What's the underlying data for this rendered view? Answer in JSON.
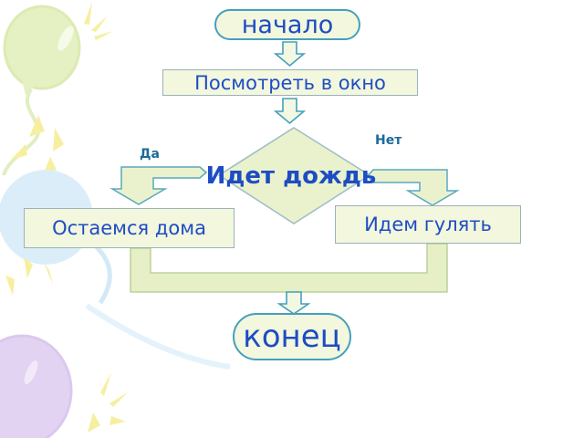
{
  "slide": {
    "background_color": "#ffffff",
    "type": "presentation-slide-flowchart"
  },
  "flowchart": {
    "nodes": {
      "start": {
        "label": "начало",
        "shape": "terminator"
      },
      "look_out_window": {
        "label": "Посмотреть в окно",
        "shape": "process"
      },
      "is_raining": {
        "label": "Идет дождь",
        "shape": "decision"
      },
      "stay_home": {
        "label": "Остаемся дома",
        "shape": "process"
      },
      "go_walk": {
        "label": "Идем гулять",
        "shape": "process"
      },
      "end": {
        "label": "конец",
        "shape": "terminator"
      }
    },
    "branch_labels": {
      "yes": "Да",
      "no": "Нет"
    },
    "edges": [
      {
        "from": "start",
        "to": "look_out_window"
      },
      {
        "from": "look_out_window",
        "to": "is_raining"
      },
      {
        "from": "is_raining",
        "to": "stay_home",
        "label": "Да"
      },
      {
        "from": "is_raining",
        "to": "go_walk",
        "label": "Нет"
      },
      {
        "from": "stay_home",
        "to": "end"
      },
      {
        "from": "go_walk",
        "to": "end"
      }
    ],
    "colors": {
      "node_fill": "#f2f7dd",
      "diamond_fill": "#e9f2cc",
      "connector_fill": "#e6efc6",
      "terminator_border": "#44a0be",
      "process_border": "#9cb2bc",
      "arrow_outline": "#5aa8be",
      "text_blue": "#1e4cc4",
      "branch_label_color": "#1a6a9a"
    }
  },
  "decorations": {
    "balloons": [
      {
        "name": "green-balloon",
        "color": "#e5f0c3"
      },
      {
        "name": "blue-balloon",
        "color": "#dcedfa"
      },
      {
        "name": "purple-balloon",
        "color": "#e3d3f2"
      }
    ],
    "sparkle_color": "#f7efa0"
  }
}
